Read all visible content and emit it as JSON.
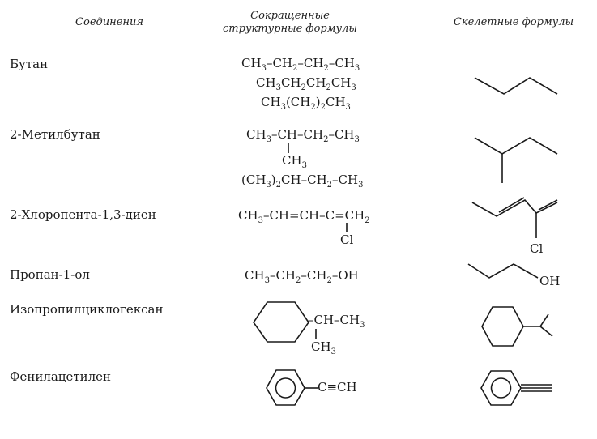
{
  "headers": {
    "compounds": "Соединения",
    "condensed_line1": "Сокращенные",
    "condensed_line2": "структурные формулы",
    "skeletal": "Скелетные формулы"
  },
  "rows": [
    {
      "name": "Бутан"
    },
    {
      "name": "2-Метилбутан"
    },
    {
      "name": "2-Хлоропента-1,3-диен"
    },
    {
      "name": "Пропан-1-ол"
    },
    {
      "name": "Изопропилциклогексан"
    },
    {
      "name": "Фенилацетилен"
    }
  ],
  "labels": {
    "cl": "Cl",
    "oh": "OH",
    "ch3": "CH",
    "sub3": "3",
    "ch_ch3": "–CH–CH",
    "c_triple_ch": "C≡CH"
  }
}
